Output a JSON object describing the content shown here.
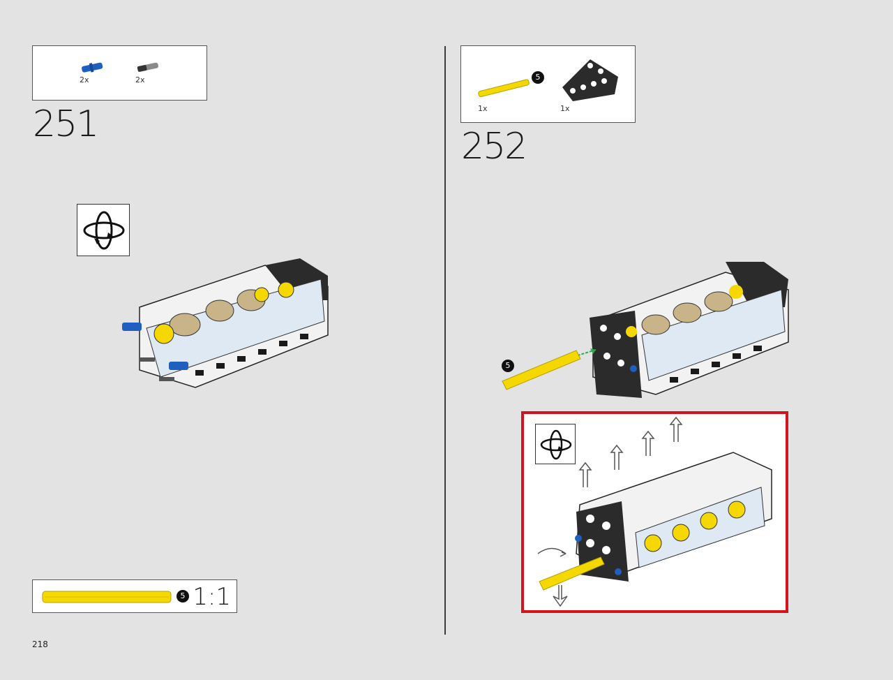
{
  "page_number": "218",
  "steps": [
    {
      "number": "251",
      "parts": [
        {
          "icon": "blue-axle-pin-icon",
          "quantity": "2x"
        },
        {
          "icon": "gray-axle-pin-icon",
          "quantity": "2x"
        }
      ]
    },
    {
      "number": "252",
      "parts": [
        {
          "icon": "yellow-axle-icon",
          "quantity": "1x",
          "length_badge": "5"
        },
        {
          "icon": "black-beam-frame-icon",
          "quantity": "1x"
        }
      ],
      "callout_axle_badge": "5"
    }
  ],
  "scale_guide": {
    "length_badge": "5",
    "ratio": "1:1"
  },
  "colors": {
    "callout_border": "#d4141c",
    "axle_yellow": "#f5d800",
    "pin_blue": "#1f5fbf",
    "beam_black": "#2b2b2b"
  }
}
